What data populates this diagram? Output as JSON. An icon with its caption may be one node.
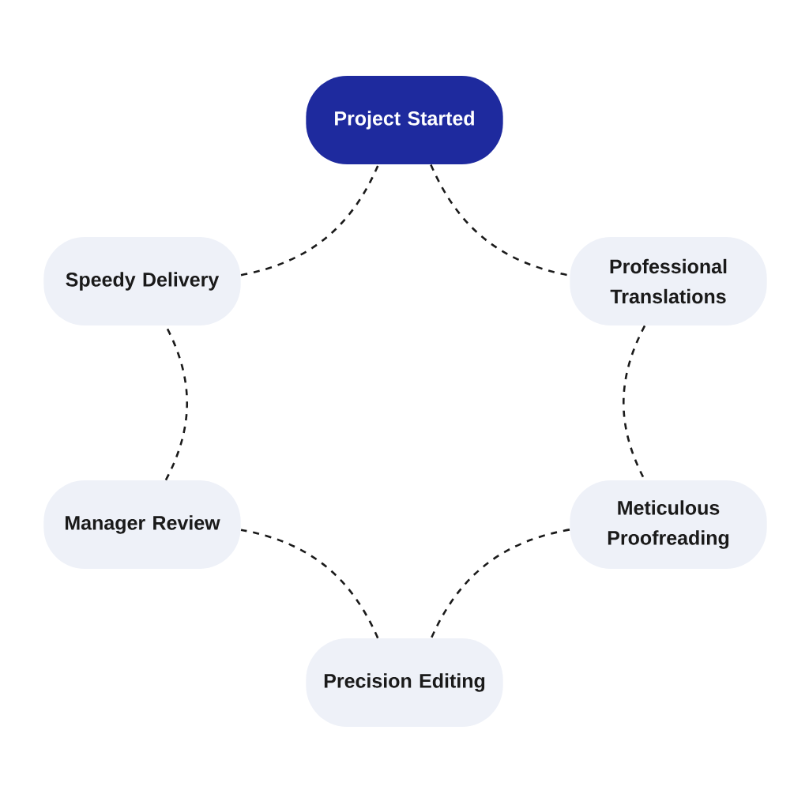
{
  "diagram": {
    "nodes": [
      {
        "text": [
          "Project Started"
        ]
      },
      {
        "text": [
          "Professional Translations"
        ]
      },
      {
        "text": [
          "Meticulous Proofreading"
        ]
      },
      {
        "text": [
          "Precision Editing"
        ]
      },
      {
        "text": [
          "Manager Review"
        ]
      },
      {
        "text": [
          "Speedy Delivery"
        ]
      }
    ],
    "edges": [
      {
        "from": 0,
        "to": 1,
        "arrow": "none",
        "style": "dashed"
      },
      {
        "from": 1,
        "to": 2,
        "arrow": "none",
        "style": "dashed"
      },
      {
        "from": 2,
        "to": 3,
        "arrow": "none",
        "style": "dashed"
      },
      {
        "from": 3,
        "to": 4,
        "arrow": "none",
        "style": "dashed"
      },
      {
        "from": 4,
        "to": 5,
        "arrow": "none",
        "style": "dashed"
      },
      {
        "from": 5,
        "to": 0,
        "arrow": "none",
        "style": "dashed"
      }
    ]
  }
}
